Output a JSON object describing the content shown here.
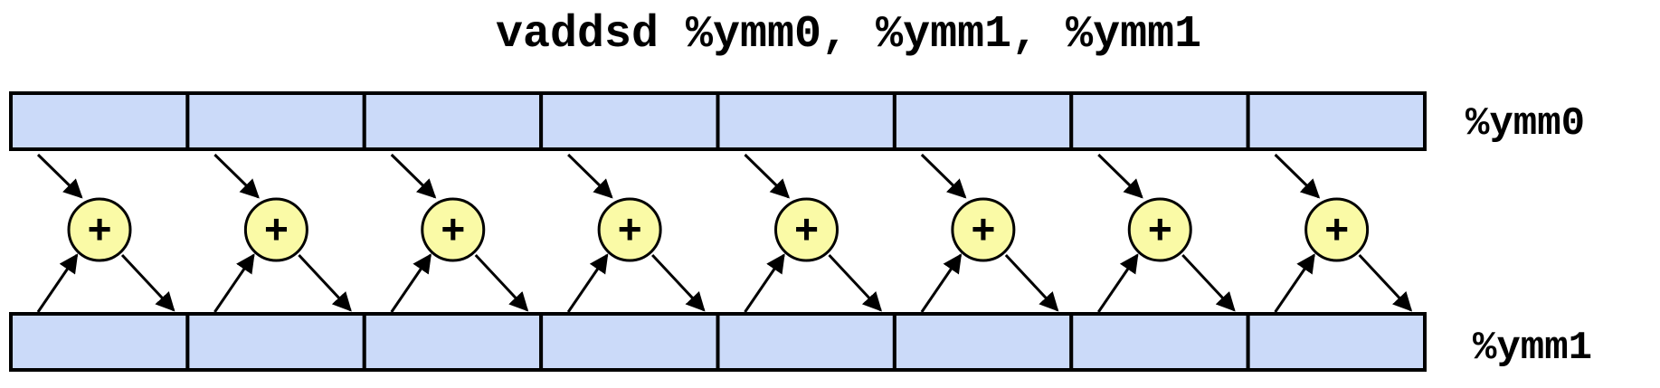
{
  "instruction": "vaddsd %ymm0, %ymm1, %ymm1",
  "registers": {
    "top": "%ymm0",
    "bottom": "%ymm1"
  },
  "lanes": 8,
  "operator_symbol": "+",
  "colors": {
    "lane_fill": "#cbdaf9",
    "adder_fill": "#fafaa6",
    "stroke": "#000000"
  }
}
